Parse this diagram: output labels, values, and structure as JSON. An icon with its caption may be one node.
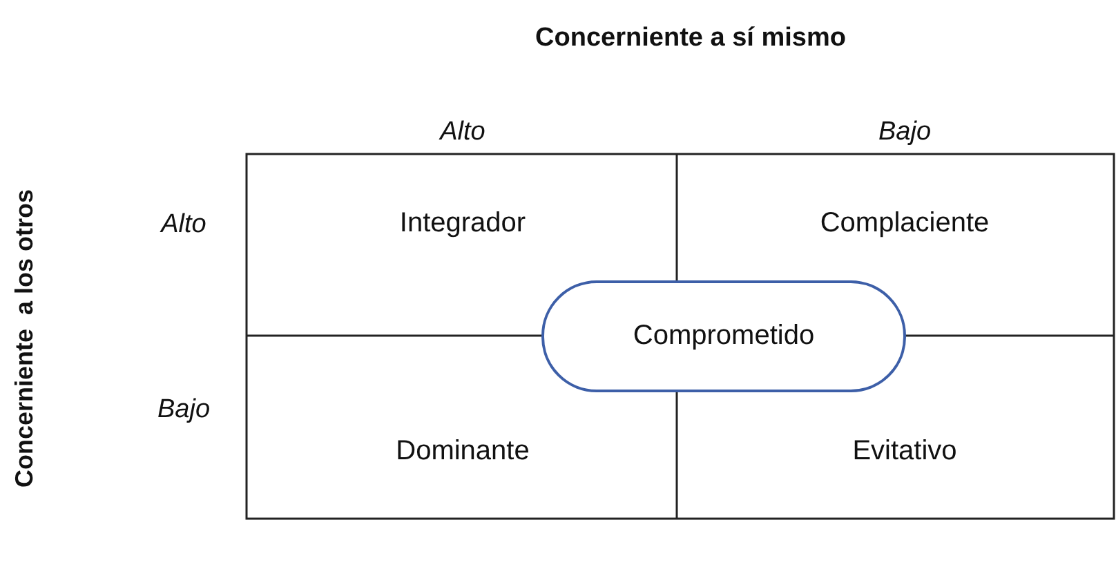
{
  "diagram": {
    "title": "Concerniente a sí mismo",
    "nodes": [
      {
        "text": [
          "Integrador"
        ]
      },
      {
        "text": [
          "Complaciente"
        ]
      },
      {
        "text": [
          "Dominante"
        ]
      },
      {
        "text": [
          "Evitativo"
        ]
      },
      {
        "text": [
          "Comprometido"
        ]
      }
    ],
    "edges": [],
    "labels": [
      "Concerniente  a los otros",
      "Alto",
      "Bajo",
      "Alto",
      "Bajo"
    ]
  }
}
